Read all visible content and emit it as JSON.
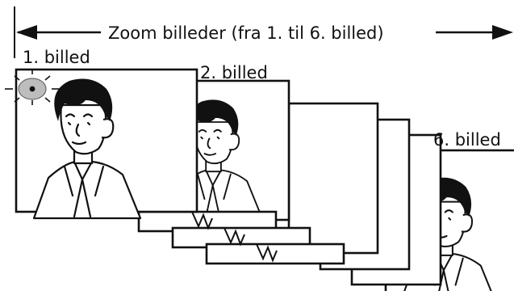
{
  "caption": "Zoom billeder (fra 1. til 6. billed)",
  "first_label": "1. billed",
  "second_label": "2. billed",
  "last_label": "6. billed",
  "icons": [
    "double-arrow-icon",
    "camera-led-icon"
  ]
}
